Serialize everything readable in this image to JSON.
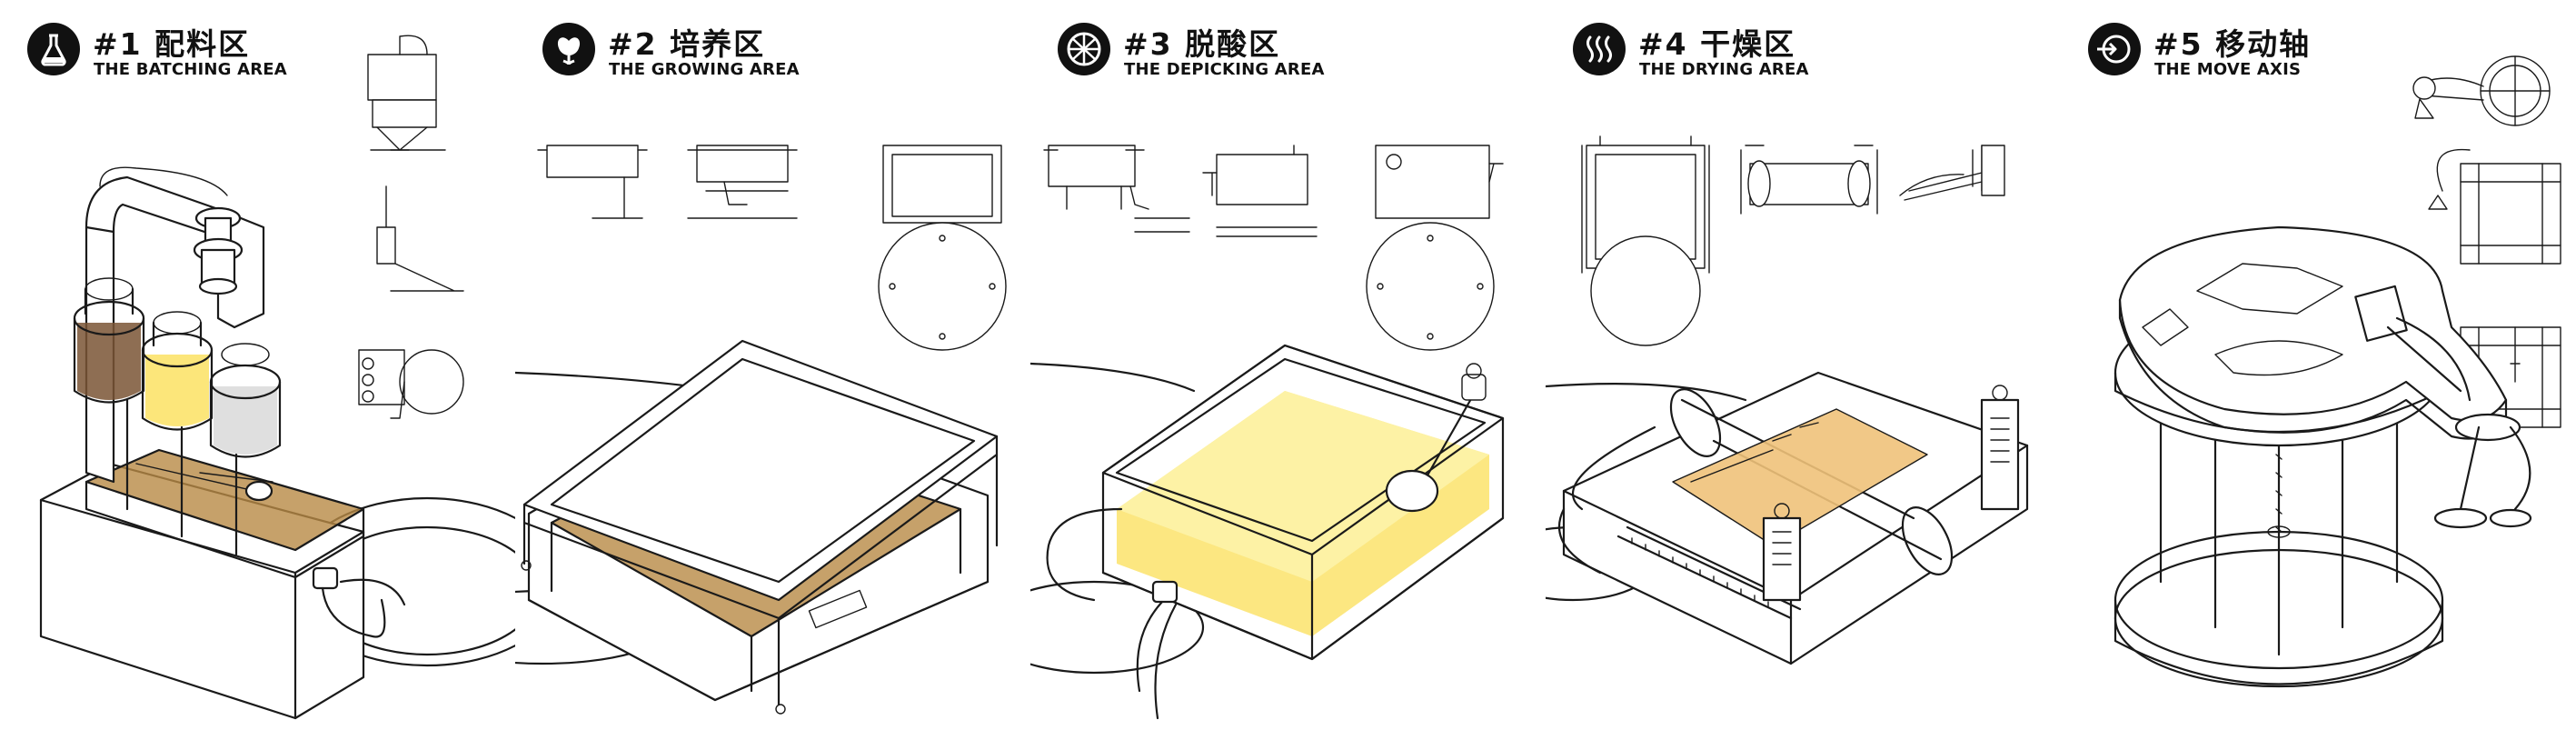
{
  "panels": [
    {
      "icon": "flask-icon",
      "title": "#1 配料区",
      "subtitle": "THE BATCHING AREA"
    },
    {
      "icon": "flower-icon",
      "title": "#2 培养区",
      "subtitle": "THE GROWING AREA"
    },
    {
      "icon": "grid-circle-icon",
      "title": "#3 脱酸区",
      "subtitle": "THE DEPICKING AREA"
    },
    {
      "icon": "heat-waves-icon",
      "title": "#4 干燥区",
      "subtitle": "THE DRYING AREA"
    },
    {
      "icon": "arrow-circle-icon",
      "title": "#5 移动轴",
      "subtitle": "THE MOVE AXIS"
    }
  ],
  "colors": {
    "line": "#1a1a1a",
    "amber_liquid": "#b88a45",
    "brown_liquid": "#7a5535",
    "yellow_liquid": "#fce36b",
    "yellow_light": "#fdf3a8",
    "orange_sheet": "#f0c27a",
    "grey_liquid": "#d7d7d7"
  }
}
